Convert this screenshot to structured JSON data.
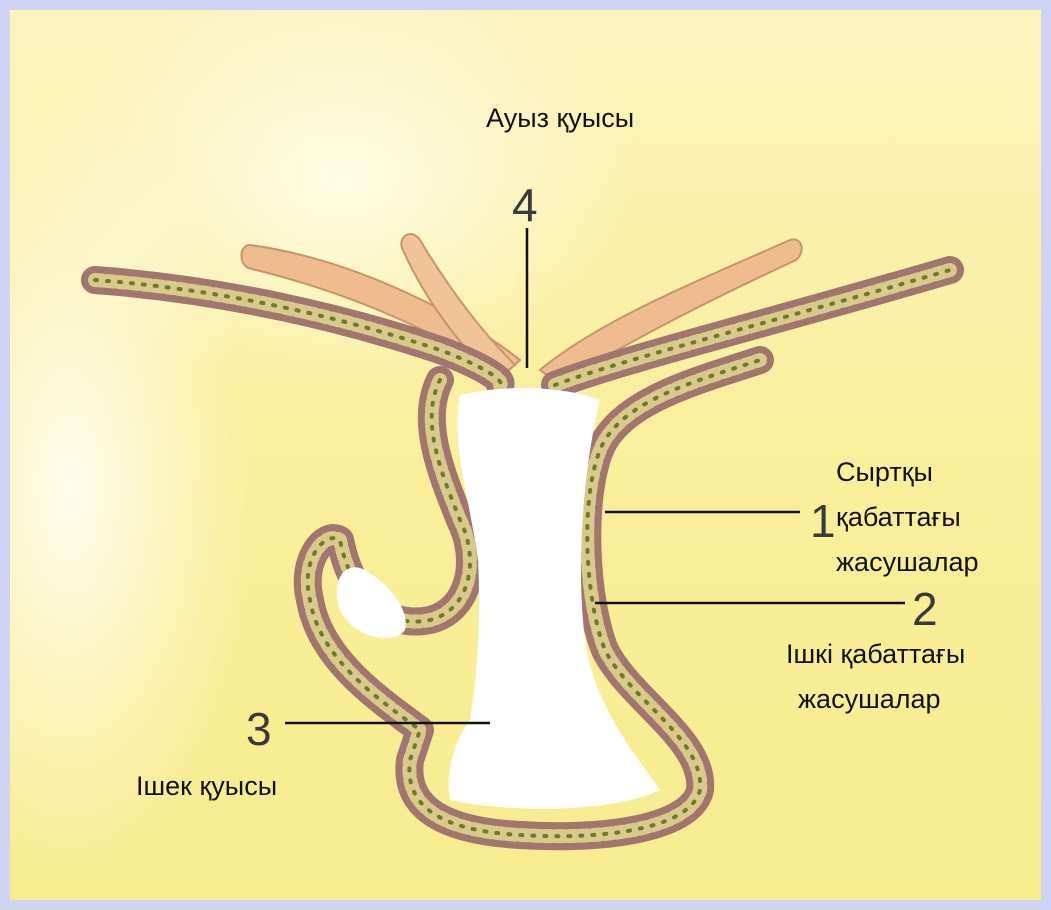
{
  "labels": {
    "mouth": "Ауыз қуысы",
    "outer_line1": "Сыртқы",
    "outer_line2": "қабаттағы",
    "outer_line3": "жасушалар",
    "inner_line1": "Ішкі қабаттағы",
    "inner_line2": "жасушалар",
    "gut": "Ішек қуысы"
  },
  "numbers": {
    "n1": "1",
    "n2": "2",
    "n3": "3",
    "n4": "4"
  },
  "colors": {
    "background": "#f9ee9e",
    "outer_border": "#cfd3f4",
    "body_wall": "#a0766f",
    "inner_cells": "#c9b95a",
    "cavity": "#ffffff",
    "tentacle": "#eebc8e"
  }
}
